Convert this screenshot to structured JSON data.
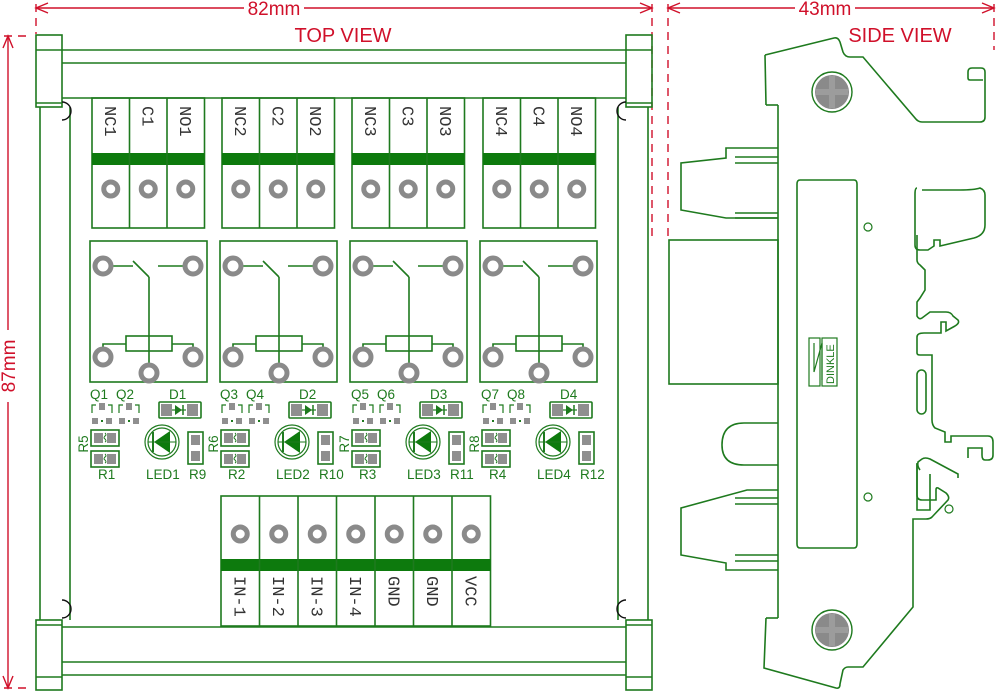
{
  "dimensions": {
    "top_width": "82mm",
    "side_width": "43mm",
    "height": "87mm"
  },
  "views": {
    "top": "TOP VIEW",
    "side": "SIDE VIEW"
  },
  "top_terminals": [
    [
      "NC1",
      "C1",
      "NO1"
    ],
    [
      "NC2",
      "C2",
      "NO2"
    ],
    [
      "NC3",
      "C3",
      "NO3"
    ],
    [
      "NC4",
      "C4",
      "NO4"
    ]
  ],
  "bottom_terminals": [
    "IN-1",
    "IN-2",
    "IN-3",
    "IN-4",
    "GND",
    "GND",
    "VCC"
  ],
  "channels": [
    {
      "q_a": "Q1",
      "q_b": "Q2",
      "diode": "D1",
      "r_top": "R5",
      "r_bottom": "R1",
      "led": "LED1",
      "r_led": "R9"
    },
    {
      "q_a": "Q3",
      "q_b": "Q4",
      "diode": "D2",
      "r_top": "R6",
      "r_bottom": "R2",
      "led": "LED2",
      "r_led": "R10"
    },
    {
      "q_a": "Q5",
      "q_b": "Q6",
      "diode": "D3",
      "r_top": "R7",
      "r_bottom": "R3",
      "led": "LED3",
      "r_led": "R11"
    },
    {
      "q_a": "Q7",
      "q_b": "Q8",
      "diode": "D4",
      "r_top": "R8",
      "r_bottom": "R4",
      "led": "LED4",
      "r_led": "R12"
    }
  ],
  "brand_logo": "DINKLE",
  "colors": {
    "outline": "#1e7a1e",
    "dimension": "#d0102a",
    "pad": "#8f8f8f"
  }
}
